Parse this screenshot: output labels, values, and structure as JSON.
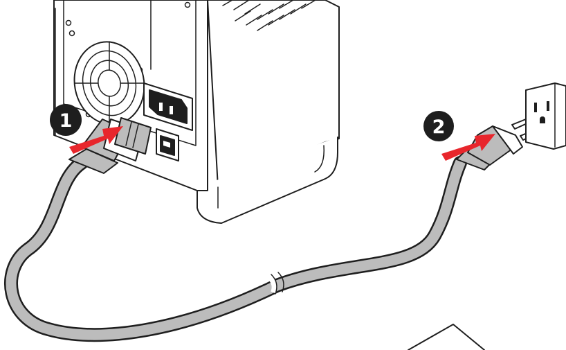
{
  "steps": [
    {
      "number": "1",
      "action": "plug-into-psu"
    },
    {
      "number": "2",
      "action": "plug-into-wall-outlet"
    }
  ],
  "colors": {
    "arrow": "#e8262c",
    "cable": "#bcbcbc",
    "outline": "#1e1e1e",
    "badge": "#1e1e1e",
    "case_fill": "#ffffff",
    "fan_shadow": "#cfcfcf"
  },
  "icons": [
    "power-supply-icon",
    "fan-grille-icon",
    "iec-socket-icon",
    "rocker-switch-icon",
    "power-cable-icon",
    "wall-outlet-icon",
    "insert-arrow-icon"
  ]
}
